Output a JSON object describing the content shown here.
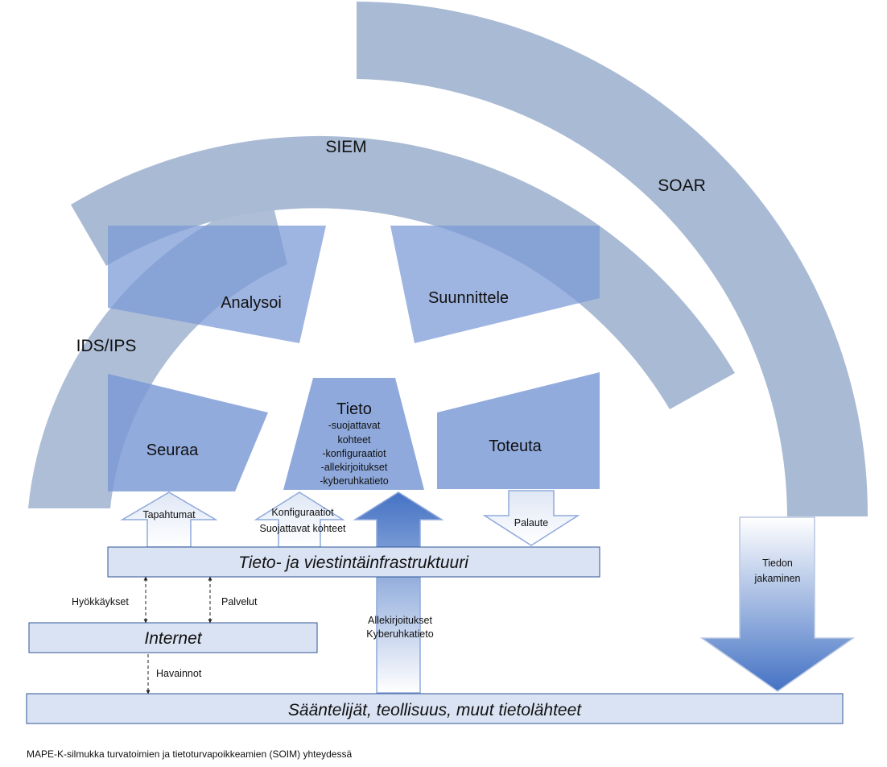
{
  "arcs": {
    "soar": "SOAR",
    "siem": "SIEM",
    "ids_ips": "IDS/IPS"
  },
  "steps": {
    "analysoi": "Analysoi",
    "suunnittele": "Suunnittele",
    "seuraa": "Seuraa",
    "toteuta": "Toteuta"
  },
  "tieto": {
    "title": "Tieto",
    "items": [
      "-suojattavat",
      "kohteet",
      "-konfiguraatiot",
      "-allekirjoitukset",
      "-kyberuhkatieto"
    ]
  },
  "arrows": {
    "tapahtumat": "Tapahtumat",
    "konfiguraatiot": "Konfiguraatiot",
    "suojattavat_kohteet": "Suojattavat kohteet",
    "palaute": "Palaute",
    "allekirjoitukset": "Allekirjoitukset",
    "kyberuhkatieto": "Kyberuhkatieto",
    "tiedon": "Tiedon",
    "jakaminen": "jakaminen"
  },
  "links": {
    "hyokkaykset": "Hyökkäykset",
    "palvelut": "Palvelut",
    "havainnot": "Havainnot"
  },
  "boxes": {
    "infra": "Tieto- ja viestintäinfrastruktuuri",
    "internet": "Internet",
    "saantelijat": "Sääntelijät, teollisuus, muut tietolähteet"
  },
  "caption": "MAPE-K-silmukka turvatoimien ja tietoturvapoikkeamien (SOIM) yhteydessä",
  "colors": {
    "arc": "#a9bad4",
    "step": "#8fa9dc",
    "box_fill": "#dae3f3",
    "box_border": "#2f5597"
  }
}
